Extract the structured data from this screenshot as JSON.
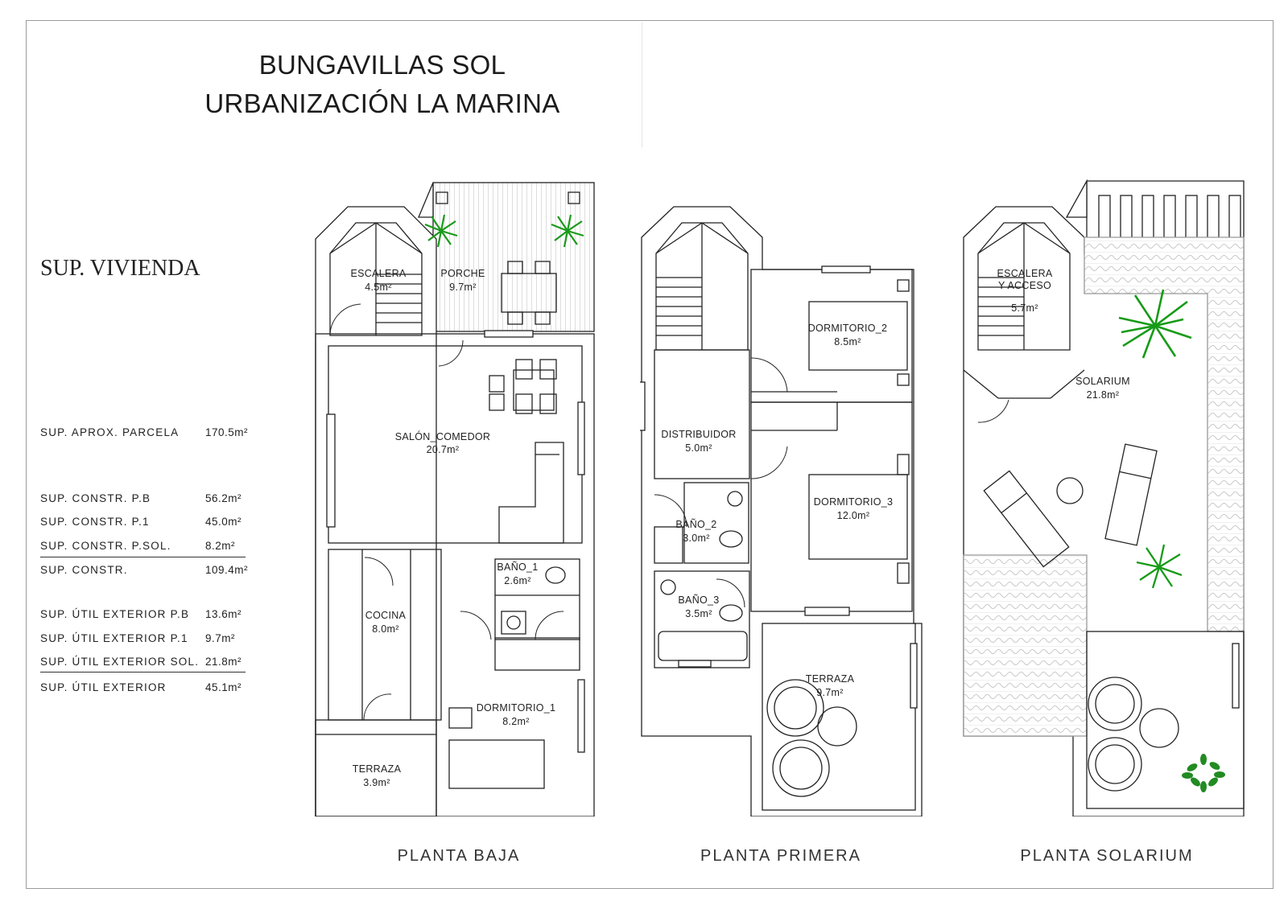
{
  "title": {
    "line1": "BUNGAVILLAS SOL",
    "line2": "URBANIZACIÓN LA MARINA"
  },
  "subheading": "SUP. VIVIENDA",
  "areas": [
    {
      "label": "SUP.  APROX.  PARCELA",
      "value": "170.5m²"
    },
    {
      "label": "SUP.  CONSTR.  P.B",
      "value": "56.2m²"
    },
    {
      "label": "SUP.  CONSTR.  P.1",
      "value": "45.0m²"
    },
    {
      "label": "SUP.  CONSTR.  P.SOL.",
      "value": "8.2m²"
    },
    {
      "label": "SUP.  CONSTR.",
      "value": "109.4m²"
    },
    {
      "label": "SUP.  ÚTIL  EXTERIOR  P.B",
      "value": "13.6m²"
    },
    {
      "label": "SUP.  ÚTIL  EXTERIOR  P.1",
      "value": "9.7m²"
    },
    {
      "label": "SUP.  ÚTIL  EXTERIOR  SOL.",
      "value": "21.8m²"
    },
    {
      "label": "SUP.  ÚTIL  EXTERIOR",
      "value": "45.1m²"
    }
  ],
  "plans": {
    "baja": {
      "caption": "PLANTA  BAJA",
      "rooms": [
        {
          "name": "ESCALERA",
          "area": "4.5m²"
        },
        {
          "name": "PORCHE",
          "area": "9.7m²"
        },
        {
          "name": "SALÓN_COMEDOR",
          "area": "20.7m²"
        },
        {
          "name": "BAÑO_1",
          "area": "2.6m²"
        },
        {
          "name": "COCINA",
          "area": "8.0m²"
        },
        {
          "name": "DORMITORIO_1",
          "area": "8.2m²"
        },
        {
          "name": "TERRAZA",
          "area": "3.9m²"
        }
      ]
    },
    "primera": {
      "caption": "PLANTA  PRIMERA",
      "rooms": [
        {
          "name": "DORMITORIO_2",
          "area": "8.5m²"
        },
        {
          "name": "DISTRIBUIDOR",
          "area": "5.0m²"
        },
        {
          "name": "DORMITORIO_3",
          "area": "12.0m²"
        },
        {
          "name": "BAÑO_2",
          "area": "3.0m²"
        },
        {
          "name": "BAÑO_3",
          "area": "3.5m²"
        },
        {
          "name": "TERRAZA",
          "area": "9.7m²"
        }
      ]
    },
    "solarium": {
      "caption": "PLANTA  SOLARIUM",
      "rooms": [
        {
          "name": "ESCALERA",
          "name2": "Y  ACCESO",
          "area": "5.7m²"
        },
        {
          "name": "SOLARIUM",
          "area": "21.8m²"
        }
      ]
    }
  }
}
